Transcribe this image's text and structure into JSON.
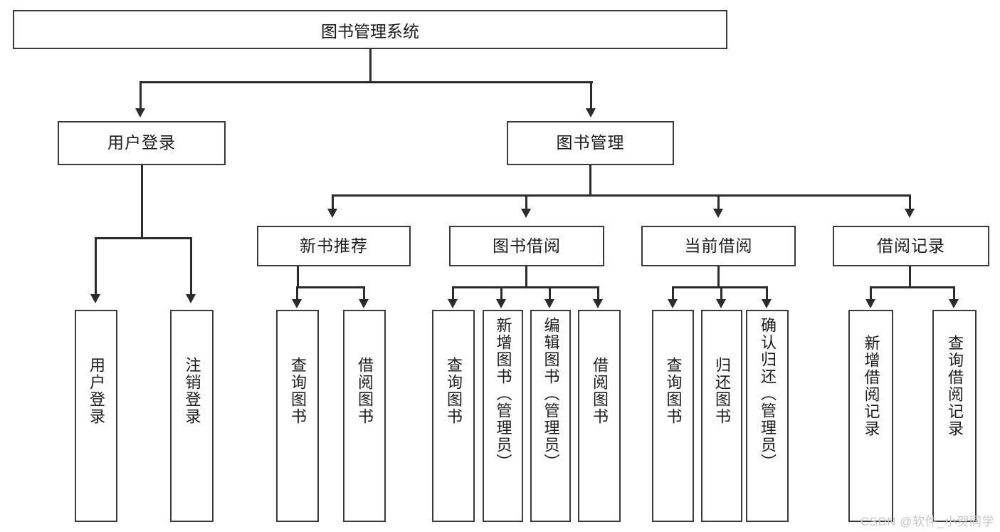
{
  "diagram": {
    "type": "hierarchy-tree",
    "title": "图书管理系统",
    "watermark": "CSDN @软件_小贺同学",
    "colors": {
      "box_border": "#3a3a3a",
      "box_fill": "#ffffff",
      "connector": "#2b2b2b",
      "text": "#1a1a1a",
      "watermark": "#c9c9c9",
      "background": "#ffffff"
    },
    "nodes": {
      "root": {
        "label": "图书管理系统"
      },
      "level2": [
        {
          "label": "用户登录"
        },
        {
          "label": "图书管理"
        }
      ],
      "level3": [
        {
          "label": "新书推荐"
        },
        {
          "label": "图书借阅"
        },
        {
          "label": "当前借阅"
        },
        {
          "label": "借阅记录"
        }
      ],
      "leaves": {
        "user_login": [
          {
            "label": "用户登录"
          },
          {
            "label": "注销登录"
          }
        ],
        "new_book_recommend": [
          {
            "label": "查询图书"
          },
          {
            "label": "借阅图书"
          }
        ],
        "book_borrow": [
          {
            "label": "查询图书"
          },
          {
            "label": "新增图书（管理员）"
          },
          {
            "label": "编辑图书（管理员）"
          },
          {
            "label": "借阅图书"
          }
        ],
        "current_borrow": [
          {
            "label": "查询图书"
          },
          {
            "label": "归还图书"
          },
          {
            "label": "确认归还（管理员）"
          }
        ],
        "borrow_record": [
          {
            "label": "新增借阅记录"
          },
          {
            "label": "查询借阅记录"
          }
        ]
      }
    }
  }
}
